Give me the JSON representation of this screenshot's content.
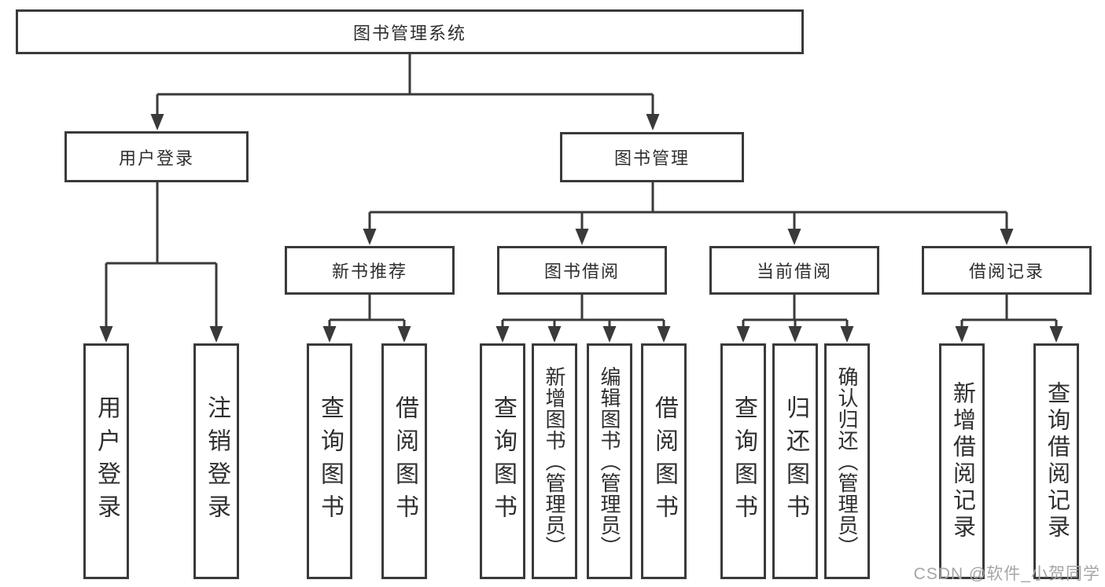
{
  "tree": {
    "root": {
      "label": "图书管理系统",
      "children": [
        {
          "label": "用户登录",
          "children": [
            {
              "label": "用户登录"
            },
            {
              "label": "注销登录"
            }
          ]
        },
        {
          "label": "图书管理",
          "children": [
            {
              "label": "新书推荐",
              "children": [
                {
                  "label": "查询图书"
                },
                {
                  "label": "借阅图书"
                }
              ]
            },
            {
              "label": "图书借阅",
              "children": [
                {
                  "label": "查询图书"
                },
                {
                  "label": "新增图书（管理员）"
                },
                {
                  "label": "编辑图书（管理员）"
                },
                {
                  "label": "借阅图书"
                }
              ]
            },
            {
              "label": "当前借阅",
              "children": [
                {
                  "label": "查询图书"
                },
                {
                  "label": "归还图书"
                },
                {
                  "label": "确认归还（管理员）"
                }
              ]
            },
            {
              "label": "借阅记录",
              "children": [
                {
                  "label": "新增借阅记录"
                },
                {
                  "label": "查询借阅记录"
                }
              ]
            }
          ]
        }
      ]
    }
  },
  "watermark": {
    "text": "CSDN @软件_小贺同学"
  },
  "colors": {
    "line": "#3a3a3a",
    "text": "#2f2f2f",
    "watermark": "#a6a6a6",
    "background": "#ffffff"
  }
}
